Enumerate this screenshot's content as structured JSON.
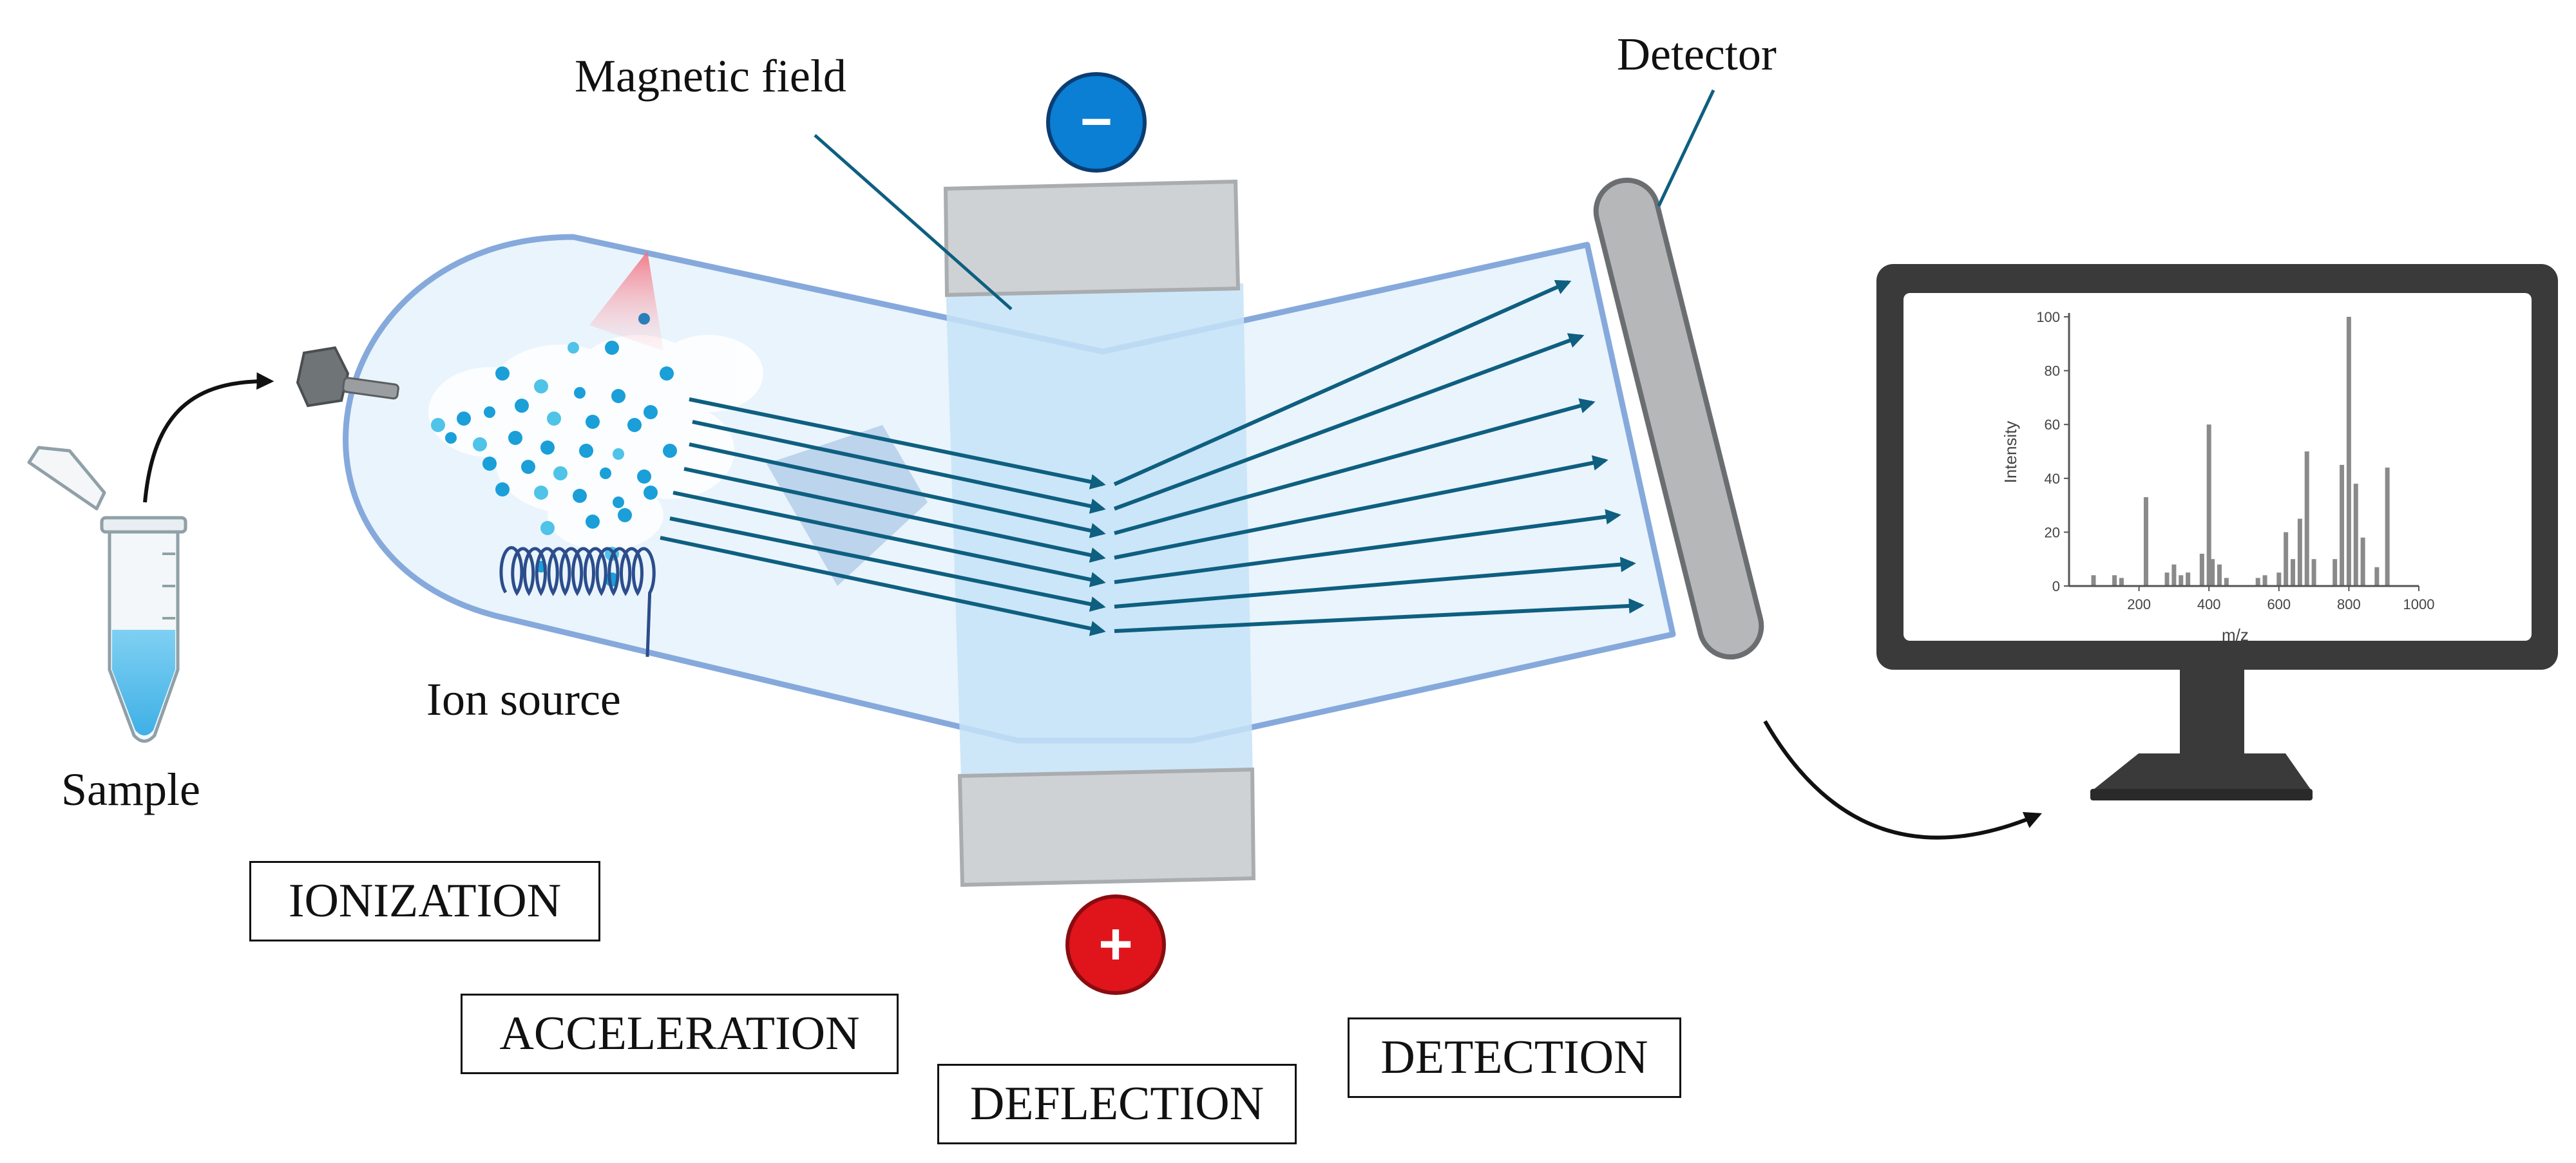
{
  "labels": {
    "magnetic_field": "Magnetic field",
    "detector": "Detector",
    "ion_source": "Ion source",
    "sample": "Sample"
  },
  "stages": {
    "ionization": "IONIZATION",
    "acceleration": "ACCELERATION",
    "deflection": "DEFLECTION",
    "detection": "DETECTION"
  },
  "electrodes": {
    "negative": "−",
    "positive": "+"
  },
  "colors": {
    "negative_pole": "#0a7fd3",
    "positive_pole": "#e0141b",
    "ion_path": "#0e5f80",
    "ion_dot": "#1a9fd8",
    "tube_outline": "#86a9dc",
    "tube_fill": "#eaf4fc",
    "field_band": "#c6e3f7",
    "magnet": "#cfd2d4",
    "monitor": "#3a3a3a",
    "spectrum_bars": "#8a8a8a"
  },
  "spectrum": {
    "type": "bar",
    "xlabel": "m/z",
    "ylabel": "Intensity",
    "xlim": [
      0,
      1000
    ],
    "ylim": [
      0,
      100
    ],
    "xticks": [
      200,
      400,
      600,
      800,
      1000
    ],
    "yticks": [
      0,
      20,
      40,
      60,
      80,
      100
    ],
    "x": [
      70,
      130,
      150,
      220,
      280,
      300,
      320,
      340,
      380,
      400,
      410,
      430,
      450,
      540,
      560,
      600,
      620,
      640,
      660,
      680,
      700,
      760,
      780,
      800,
      820,
      840,
      880,
      910
    ],
    "values": [
      4,
      4,
      3,
      33,
      5,
      8,
      4,
      5,
      12,
      60,
      10,
      8,
      3,
      3,
      4,
      5,
      20,
      10,
      25,
      50,
      10,
      10,
      45,
      100,
      38,
      18,
      7,
      44
    ]
  }
}
